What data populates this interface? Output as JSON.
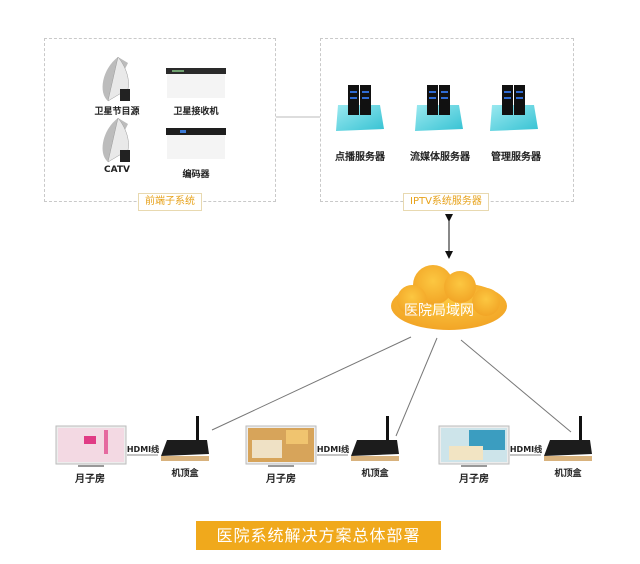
{
  "frontend_subsystem": {
    "label": "前端子系统",
    "items": [
      {
        "name": "卫星节目源",
        "icon": "satellite-dish-icon"
      },
      {
        "name": "卫星接收机",
        "icon": "receiver-device-icon"
      },
      {
        "name": "CATV",
        "icon": "satellite-dish-icon"
      },
      {
        "name": "编码器",
        "icon": "encoder-device-icon"
      }
    ]
  },
  "iptv_servers": {
    "label": "IPTV系统服务器",
    "items": [
      {
        "name": "点播服务器",
        "icon": "server-icon"
      },
      {
        "name": "流媒体服务器",
        "icon": "server-icon"
      },
      {
        "name": "管理服务器",
        "icon": "server-icon"
      }
    ]
  },
  "network": {
    "label": "医院局域网",
    "icon": "cloud-icon"
  },
  "rooms": [
    {
      "tv_label": "月子房",
      "cable_label": "HDMI线",
      "stb_label": "机顶盒"
    },
    {
      "tv_label": "月子房",
      "cable_label": "HDMI线",
      "stb_label": "机顶盒"
    },
    {
      "tv_label": "月子房",
      "cable_label": "HDMI线",
      "stb_label": "机顶盒"
    }
  ],
  "title": "医院系统解决方案总体部署",
  "colors": {
    "accent": "#f0a91c",
    "cloud": "#f7b733",
    "server_base": "#5fd3e0",
    "dashed_border": "#c9c9c9"
  }
}
